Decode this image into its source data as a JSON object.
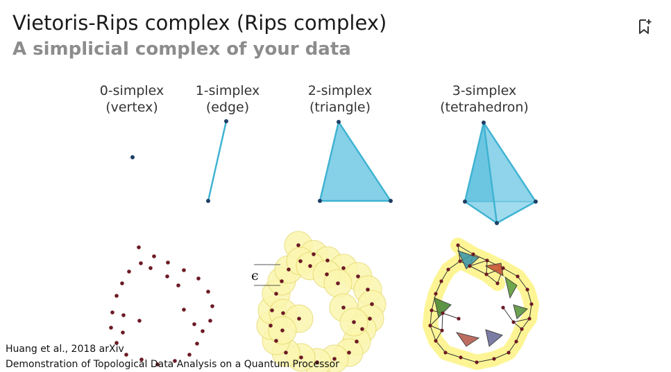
{
  "slide": {
    "title": "Vietoris-Rips complex (Rips complex)",
    "subtitle": "A simplicial complex of your data"
  },
  "simplices": [
    {
      "name": "0-simplex",
      "desc": "(vertex)"
    },
    {
      "name": "1-simplex",
      "desc": "(edge)"
    },
    {
      "name": "2-simplex",
      "desc": "(triangle)"
    },
    {
      "name": "3-simplex",
      "desc": "(tetrahedron)"
    }
  ],
  "epsilon_label": "ϵ",
  "citation": {
    "line1": "Huang et al., 2018 arXiv",
    "line2": "Demonstration of Topological Data Analysis on a Quantum Processor"
  },
  "colors": {
    "point": "#6b1a24",
    "vertex": "#1f3f66",
    "simplex_fill": "#7ccde6",
    "simplex_edge": "#3fb3d2",
    "ball_fill": "#fbf6b0",
    "ball_edge": "#e6d96c",
    "glow": "#fdf27a"
  },
  "icons": {
    "bookmark": "bookmark-add-icon"
  }
}
